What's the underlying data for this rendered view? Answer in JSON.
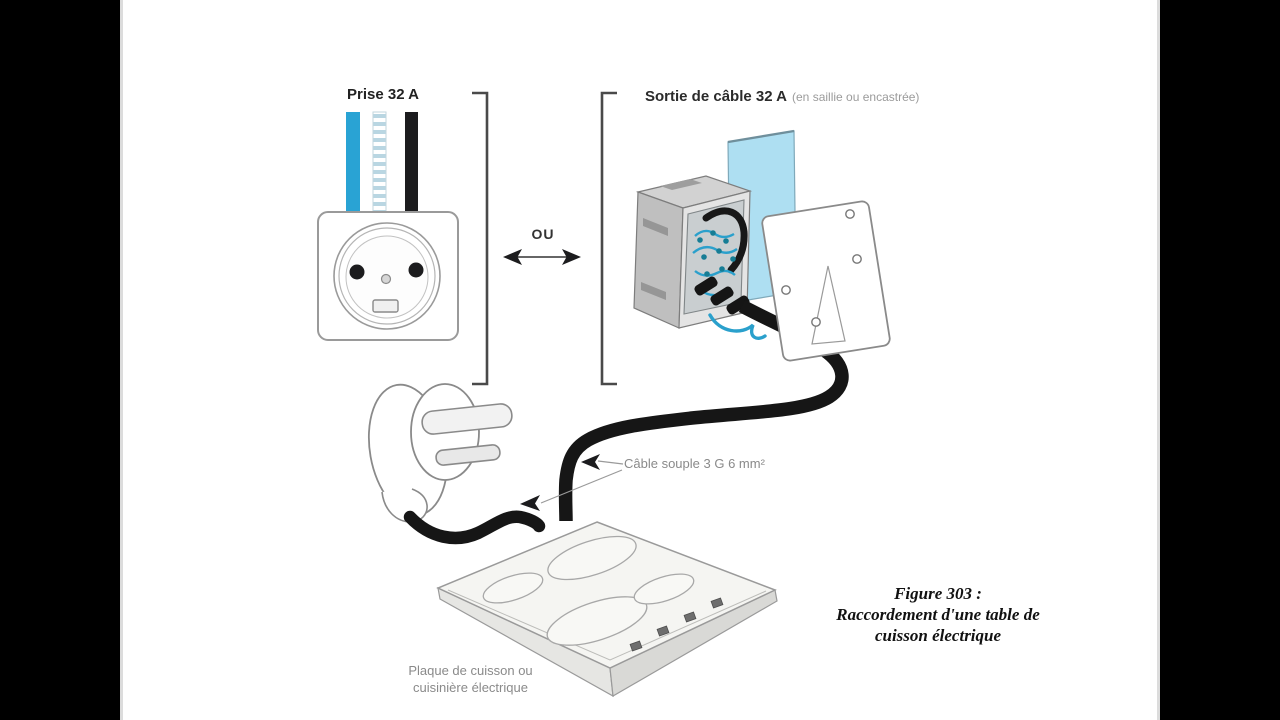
{
  "scene": {
    "type": "technical-diagram-video-frame",
    "background": "#ffffff",
    "letterbox_color": "#000000"
  },
  "labels": {
    "prise": "Prise 32 A",
    "ou": "OU",
    "sortie_bold": "Sortie de câble 32 A",
    "sortie_paren": "(en saillie ou encastrée)",
    "cable": "Câble souple 3 G 6 mm²",
    "plaque_line1": "Plaque de cuisson ou",
    "plaque_line2": "cuisinière électrique"
  },
  "caption": {
    "line1": "Figure 303 :",
    "line2": "Raccordement d'une table de",
    "line3": "cuisson électrique"
  },
  "colors": {
    "wire_blue": "#29a3d4",
    "wire_earth_stripe": "#b9d6e2",
    "wire_black": "#1c1c1e",
    "wall_panel_blue": "#aedff2",
    "outline_gray": "#8a8a8a",
    "label_gray": "#8a8a8a",
    "cable_black": "#161616"
  }
}
